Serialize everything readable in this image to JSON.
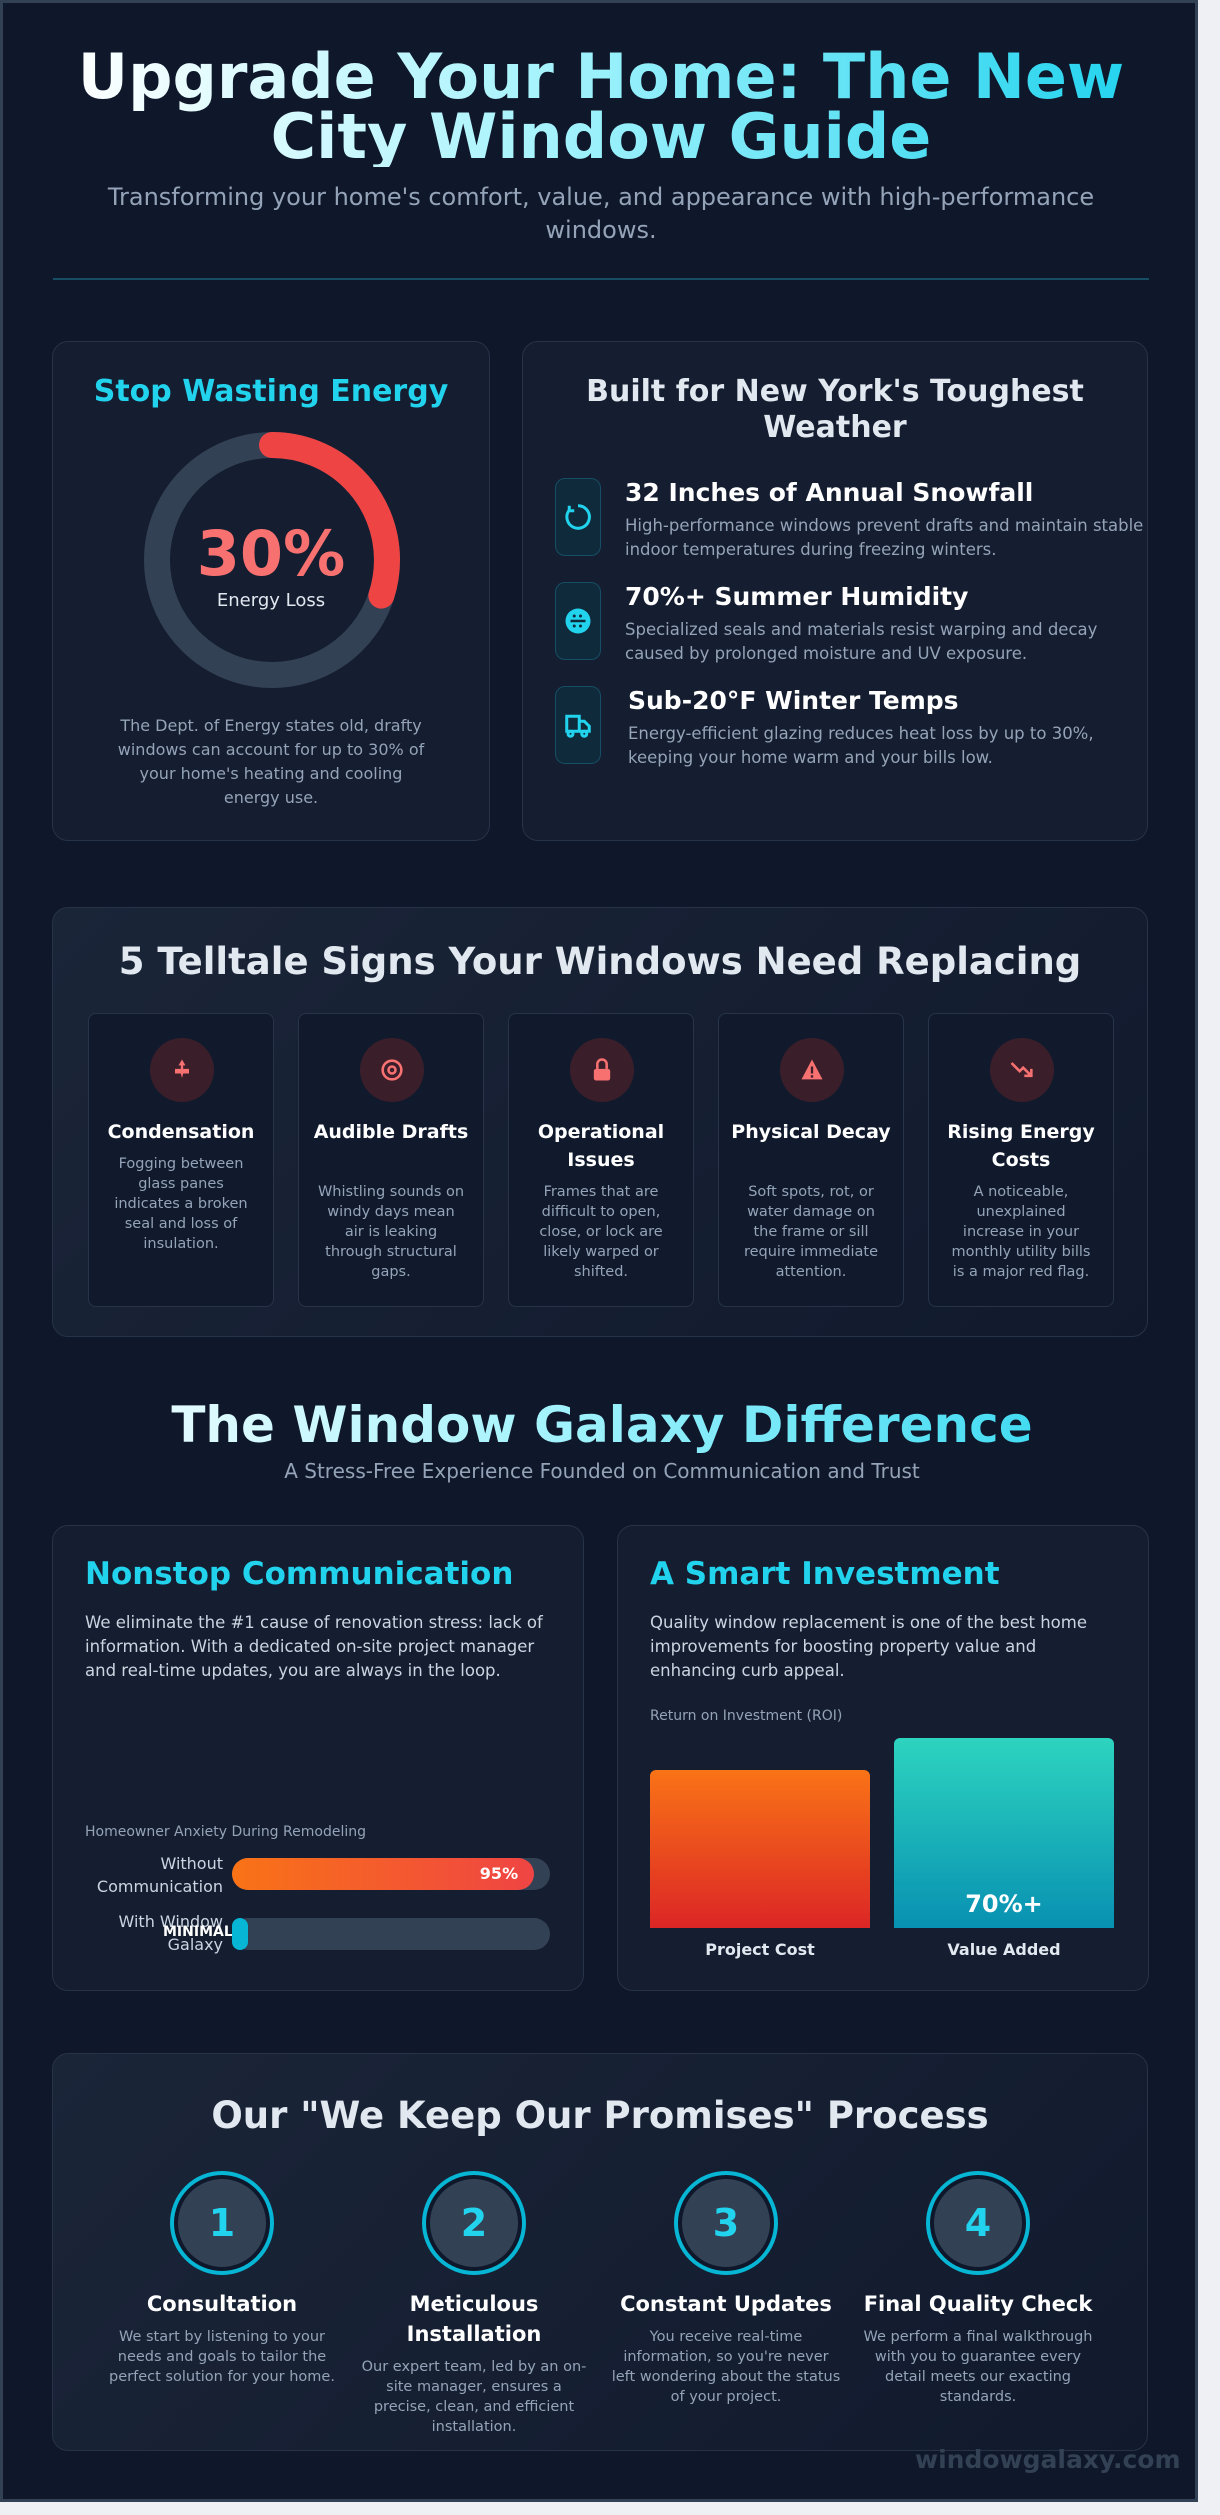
{
  "header": {
    "title": "Upgrade Your Home: The New City Window Guide",
    "subtitle": "Transforming your home's comfort, value, and appearance with high-performance windows."
  },
  "energy": {
    "heading": "Stop Wasting Energy",
    "value": "30%",
    "value_label": "Energy Loss",
    "percent": 30,
    "description": "The Dept. of Energy states old, drafty windows can account for up to 30% of your home's heating and cooling energy use.",
    "colors": {
      "arc": "#ef4444",
      "track": "#334155",
      "value": "#f87171"
    }
  },
  "weather": {
    "heading": "Built for New York's Toughest Weather",
    "items": [
      {
        "icon": "snowflake-refresh-icon",
        "title": "32 Inches of Annual Snowfall",
        "desc": "High-performance windows prevent drafts and maintain stable indoor temperatures during freezing winters."
      },
      {
        "icon": "humidity-icon",
        "title": "70%+ Summer Humidity",
        "desc": "Specialized seals and materials resist warping and decay caused by prolonged moisture and UV exposure."
      },
      {
        "icon": "thermometer-icon",
        "title": "Sub-20°F Winter Temps",
        "desc": "Energy-efficient glazing reduces heat loss by up to 30%, keeping your home warm and your bills low."
      }
    ]
  },
  "signs": {
    "heading": "5 Telltale Signs Your Windows Need Replacing",
    "items": [
      {
        "icon": "droplet-icon",
        "name": "Condensation",
        "desc": "Fogging between glass panes indicates a broken seal and loss of insulation."
      },
      {
        "icon": "ear-icon",
        "name": "Audible Drafts",
        "desc": "Whistling sounds on windy days mean air is leaking through structural gaps."
      },
      {
        "icon": "lock-icon",
        "name": "Operational Issues",
        "desc": "Frames that are difficult to open, close, or lock are likely warped or shifted."
      },
      {
        "icon": "warning-icon",
        "name": "Physical Decay",
        "desc": "Soft spots, rot, or water damage on the frame or sill require immediate attention."
      },
      {
        "icon": "trend-down-icon",
        "name": "Rising Energy Costs",
        "desc": "A noticeable, unexplained increase in your monthly utility bills is a major red flag."
      }
    ]
  },
  "difference": {
    "heading": "The Window Galaxy Difference",
    "subtitle": "A Stress-Free Experience Founded on Communication and Trust"
  },
  "communication": {
    "heading": "Nonstop Communication",
    "desc": "We eliminate the #1 cause of renovation stress: lack of information. With a dedicated on-site project manager and real-time updates, you are always in the loop."
  },
  "investment": {
    "heading": "A Smart Investment",
    "desc": "Quality window replacement is one of the best home improvements for boosting property value and enhancing curb appeal."
  },
  "chart_data": [
    {
      "type": "bar",
      "orientation": "horizontal",
      "title": "Homeowner Anxiety During Remodeling",
      "categories": [
        "Without Communication",
        "With Window Galaxy"
      ],
      "values": [
        95,
        3
      ],
      "data_labels": [
        "95%",
        "MINIMAL"
      ],
      "xlim": [
        0,
        100
      ],
      "colors": [
        "#f97316",
        "#06b6d4"
      ]
    },
    {
      "type": "bar",
      "title": "Return on Investment (ROI)",
      "categories": [
        "Project Cost",
        "Value Added"
      ],
      "values": [
        83,
        100
      ],
      "data_labels": [
        "",
        "70%+"
      ],
      "colors": [
        "#f97316",
        "#2dd4bf"
      ]
    }
  ],
  "process": {
    "heading": "Our \"We Keep Our Promises\" Process",
    "steps": [
      {
        "num": "1",
        "name": "Consultation",
        "desc": "We start by listening to your needs and goals to tailor the perfect solution for your home."
      },
      {
        "num": "2",
        "name": "Meticulous Installation",
        "desc": "Our expert team, led by an on-site manager, ensures a precise, clean, and efficient installation."
      },
      {
        "num": "3",
        "name": "Constant Updates",
        "desc": "You receive real-time information, so you're never left wondering about the status of your project."
      },
      {
        "num": "4",
        "name": "Final Quality Check",
        "desc": "We perform a final walkthrough with you to guarantee every detail meets our exacting standards."
      }
    ]
  },
  "footer": {
    "watermark": "windowgalaxy.com"
  }
}
